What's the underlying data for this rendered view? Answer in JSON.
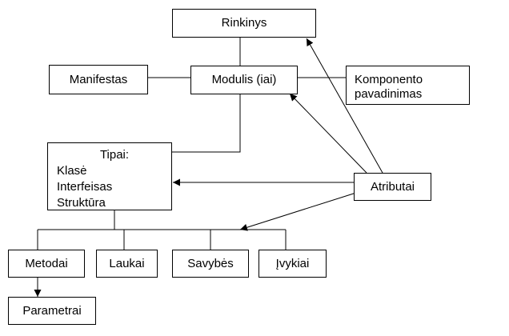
{
  "nodes": {
    "rinkinys": "Rinkinys",
    "manifestas": "Manifestas",
    "modulis": "Modulis (iai)",
    "komponento": [
      "Komponento",
      "pavadinimas"
    ],
    "tipai_title": "Tipai:",
    "tipai_items": [
      "Klasė",
      "Interfeisas",
      "Struktūra"
    ],
    "atributai": "Atributai",
    "metodai": "Metodai",
    "laukai": "Laukai",
    "savybes": "Savybės",
    "ivykiai": "Įvykiai",
    "parametrai": "Parametrai"
  },
  "colors": {
    "line": "#000000",
    "box_fill": "#ffffff"
  }
}
